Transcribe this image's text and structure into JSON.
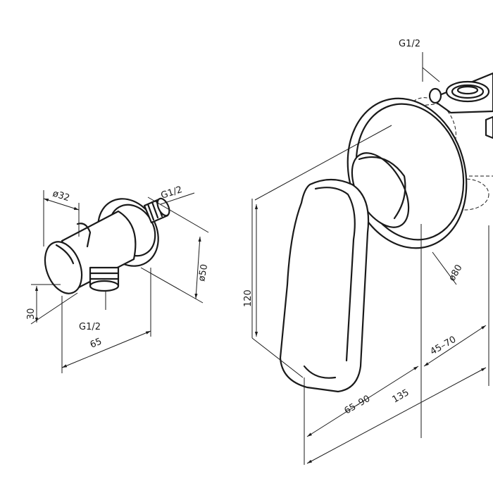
{
  "holder": {
    "dia_top": "ø32",
    "thread_top": "G1/2",
    "dia_flange": "ø50",
    "height": "30",
    "thread_bottom": "G1/2",
    "length": "65"
  },
  "mixer": {
    "thread_top": "G1/2",
    "dia_plate": "ø80",
    "height": "120",
    "depth_lever": "65–90",
    "depth_body": "45–70",
    "total": "135"
  }
}
